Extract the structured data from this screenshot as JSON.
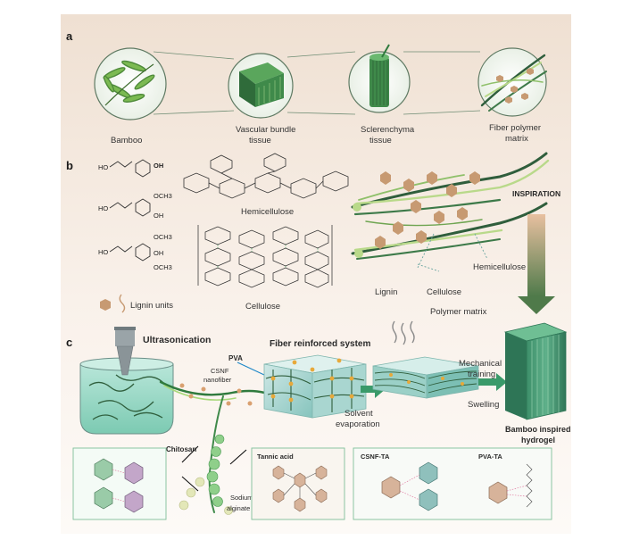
{
  "panels": {
    "a": "a",
    "b": "b",
    "c": "c"
  },
  "panel_a": {
    "bamboo": "Bamboo",
    "vascular_line1": "Vascular bundle",
    "vascular_line2": "tissue",
    "scler_line1": "Sclerenchyma",
    "scler_line2": "tissue",
    "fiber_line1": "Fiber polymer",
    "fiber_line2": "matrix"
  },
  "panel_b": {
    "ho1": "HO",
    "oh1": "OH",
    "ho2": "HO",
    "och3_2": "OCH3",
    "oh2": "OH",
    "ho3": "HO",
    "och3_3a": "OCH3",
    "oh3": "OH",
    "och3_3b": "OCH3",
    "hemicellulose": "Hemicellulose",
    "cellulose": "Cellulose",
    "lignin_units": "Lignin units",
    "inspiration": "INSPIRATION",
    "callout_hemicellulose": "Hemicellulose",
    "callout_lignin": "Lignin",
    "callout_cellulose": "Cellulose",
    "polymer_matrix": "Polymer matrix"
  },
  "panel_c": {
    "ultrasonication": "Ultrasonication",
    "fiber_reinforced": "Fiber reinforced system",
    "pva": "PVA",
    "csnf_line1": "CSNF",
    "csnf_line2": "nanofiber",
    "solvent_line1": "Solvent",
    "solvent_line2": "evaporation",
    "mech_line1": "Mechanical",
    "mech_line2": "training",
    "swelling": "Swelling",
    "hydrogel_line1": "Bamboo inspired",
    "hydrogel_line2": "hydrogel",
    "chitosan": "Chitosan",
    "sodium_line1": "Sodium",
    "sodium_line2": "alginate",
    "tannic_acid": "Tannic acid",
    "csnf_ta": "CSNF-TA",
    "pva_ta": "PVA-TA"
  },
  "colors": {
    "bg_top": "#f2e3d6",
    "bg_mid": "#fbf6f2",
    "fiber_dark": "#2f5e3c",
    "fiber_light": "#b9d98a",
    "lignin": "#c79a72",
    "arrow_green": "#3a9a6a",
    "accent_blue": "#1e88c8",
    "inspiration": "#d9834a"
  }
}
